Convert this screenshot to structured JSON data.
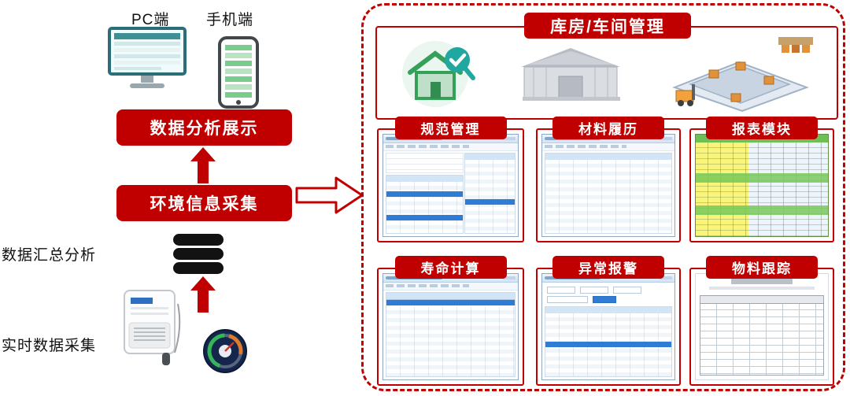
{
  "colors": {
    "accent_red": "#c00000",
    "highlight_blue": "#2e7cd6",
    "report_header_green": "#6fbf57",
    "report_yellow": "#f8f57a"
  },
  "left_flow": {
    "pc_label": "PC端",
    "mobile_label": "手机端",
    "analysis_banner": "数据分析展示",
    "collection_banner": "环境信息采集",
    "summary_label": "数据汇总分析",
    "realtime_label": "实时数据采集"
  },
  "right_panel": {
    "title": "库房/车间管理",
    "modules": [
      {
        "title": "规范管理"
      },
      {
        "title": "材料履历"
      },
      {
        "title": "报表模块"
      },
      {
        "title": "寿命计算"
      },
      {
        "title": "异常报警"
      },
      {
        "title": "物料跟踪"
      }
    ]
  }
}
